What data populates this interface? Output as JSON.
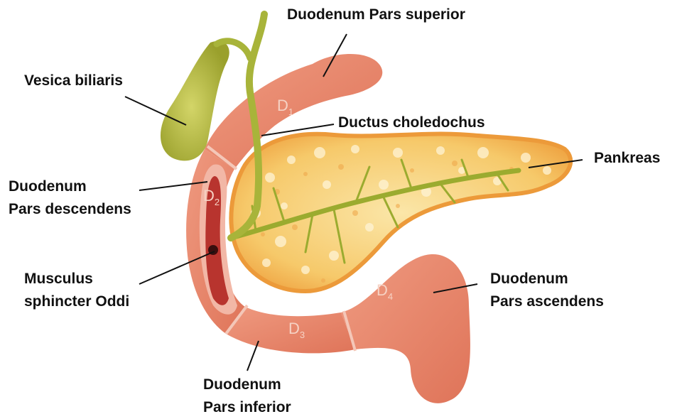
{
  "labels": {
    "duodenum_pars_superior": "Duodenum Pars superior",
    "vesica_biliaris": "Vesica biliaris",
    "ductus_choledochus": "Ductus choledochus",
    "pankreas": "Pankreas",
    "duodenum_pars_descendens_1": "Duodenum",
    "duodenum_pars_descendens_2": "Pars descendens",
    "musculus_sphincter_oddi_1": "Musculus",
    "musculus_sphincter_oddi_2": "sphincter Oddi",
    "duodenum_pars_ascendens_1": "Duodenum",
    "duodenum_pars_ascendens_2": "Pars ascendens",
    "duodenum_pars_inferior_1": "Duodenum",
    "duodenum_pars_inferior_2": "Pars inferior"
  },
  "segments": {
    "d1": {
      "letter": "D",
      "index": "1"
    },
    "d2": {
      "letter": "D",
      "index": "2"
    },
    "d3": {
      "letter": "D",
      "index": "3"
    },
    "d4": {
      "letter": "D",
      "index": "4"
    }
  },
  "colors": {
    "duodenum": "#e9856b",
    "duodenum_dark": "#c9624c",
    "lumen": "#b8342e",
    "pancreas": "#f6c96a",
    "pancreas_edge": "#ec9a3a",
    "bile_duct": "#a8b43a",
    "gallbladder": "#b5bb3e"
  }
}
